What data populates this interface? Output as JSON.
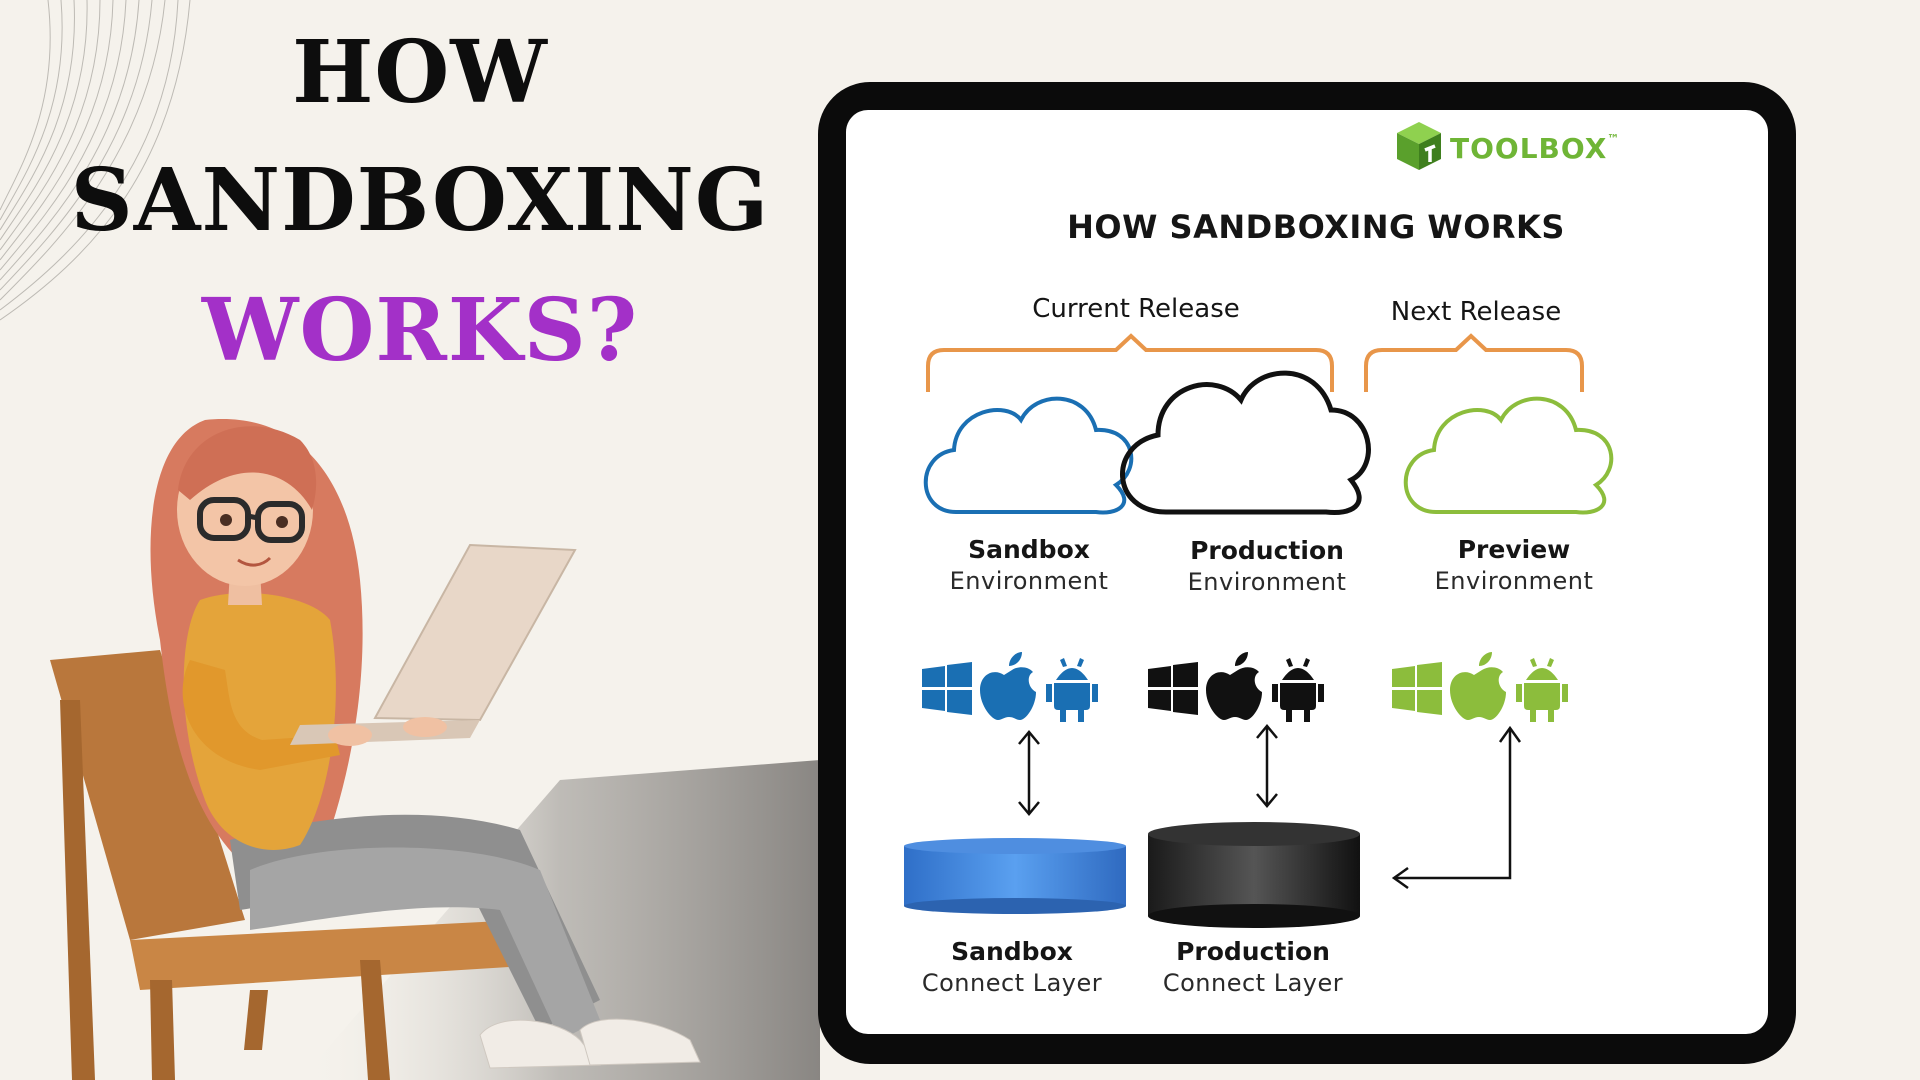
{
  "headline": {
    "line1": "HOW",
    "line2": "SANDBOXING",
    "line3": "WORKS?"
  },
  "colors": {
    "accent_purple": "#a330c8",
    "sandbox_blue": "#1a6fb3",
    "preview_green": "#8cbd3c",
    "production_black": "#111111",
    "bracket_orange": "#e8964a",
    "brand_green": "#6fb536"
  },
  "brand": {
    "name": "TOOLBOX",
    "mark": "™",
    "icon": "toolbox-cube-icon"
  },
  "diagram": {
    "title": "HOW SANDBOXING WORKS",
    "groups": [
      {
        "label": "Current Release"
      },
      {
        "label": "Next Release"
      }
    ],
    "environments": [
      {
        "name": "Sandbox",
        "subtitle": "Environment",
        "color": "#1a6fb3"
      },
      {
        "name": "Production",
        "subtitle": "Environment",
        "color": "#111111"
      },
      {
        "name": "Preview",
        "subtitle": "Environment",
        "color": "#8cbd3c"
      }
    ],
    "platform_icons": [
      "windows-icon",
      "apple-icon",
      "android-icon"
    ],
    "layers": [
      {
        "name": "Sandbox",
        "subtitle": "Connect Layer",
        "color": "#3a7bd5"
      },
      {
        "name": "Production",
        "subtitle": "Connect Layer",
        "color": "#222222"
      }
    ]
  }
}
